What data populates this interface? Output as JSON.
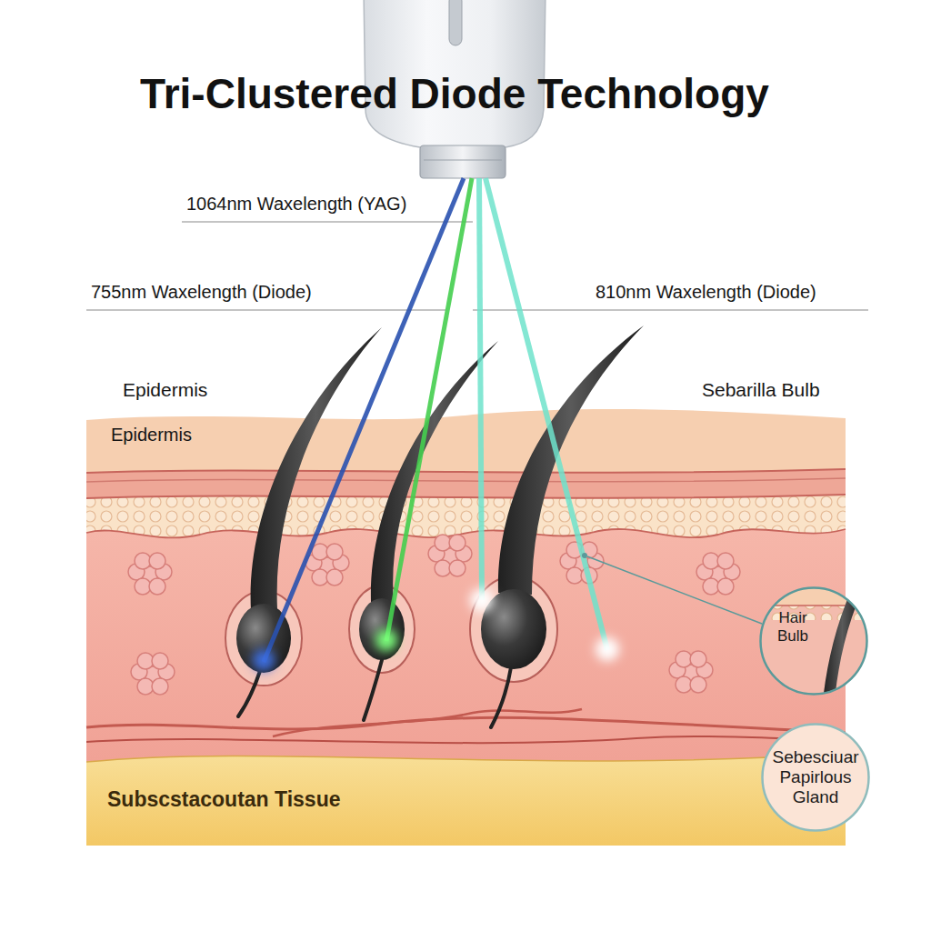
{
  "diagram": {
    "title": "Tri-Clustered Diode Technology",
    "nodes": [
      {
        "text": [
          "Hair Bulb"
        ]
      },
      {
        "text": [
          "Sebesciuar Papirlous Gland"
        ]
      }
    ],
    "labels": [
      "1064nm Waxelength (YAG)",
      "755nm Waxelength (Diode)",
      "810nm Waxelength (Diode)",
      "Epidermis",
      "Sebarilla Bulb",
      "Epidermis",
      "Subscstacoutan Tissue"
    ]
  }
}
